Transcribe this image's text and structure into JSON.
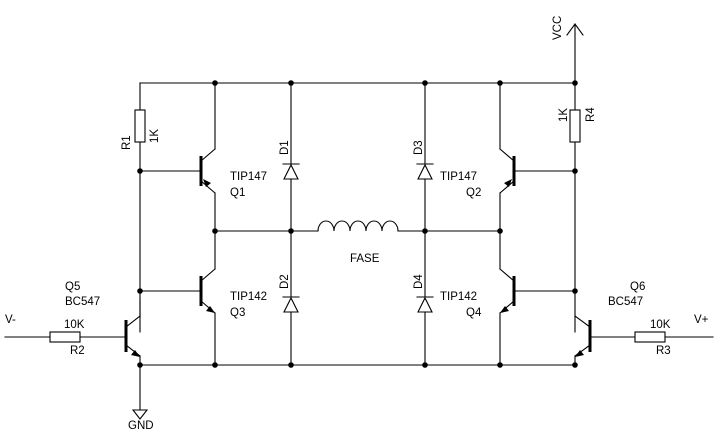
{
  "rails": {
    "vcc": "VCC",
    "gnd": "GND"
  },
  "inputs": {
    "v_minus": "V-",
    "v_plus": "V+"
  },
  "load": {
    "label": "FASE"
  },
  "resistors": {
    "r1": {
      "name": "R1",
      "value": "1K"
    },
    "r4": {
      "name": "R4",
      "value": "1K"
    },
    "r2": {
      "name": "R2",
      "value": "10K"
    },
    "r3": {
      "name": "R3",
      "value": "10K"
    }
  },
  "diodes": {
    "d1": "D1",
    "d2": "D2",
    "d3": "D3",
    "d4": "D4"
  },
  "transistors": {
    "q1": {
      "name": "Q1",
      "part": "TIP147"
    },
    "q2": {
      "name": "Q2",
      "part": "TIP147"
    },
    "q3": {
      "name": "Q3",
      "part": "TIP142"
    },
    "q4": {
      "name": "Q4",
      "part": "TIP142"
    },
    "q5": {
      "name": "Q5",
      "part": "BC547"
    },
    "q6": {
      "name": "Q6",
      "part": "BC547"
    }
  }
}
